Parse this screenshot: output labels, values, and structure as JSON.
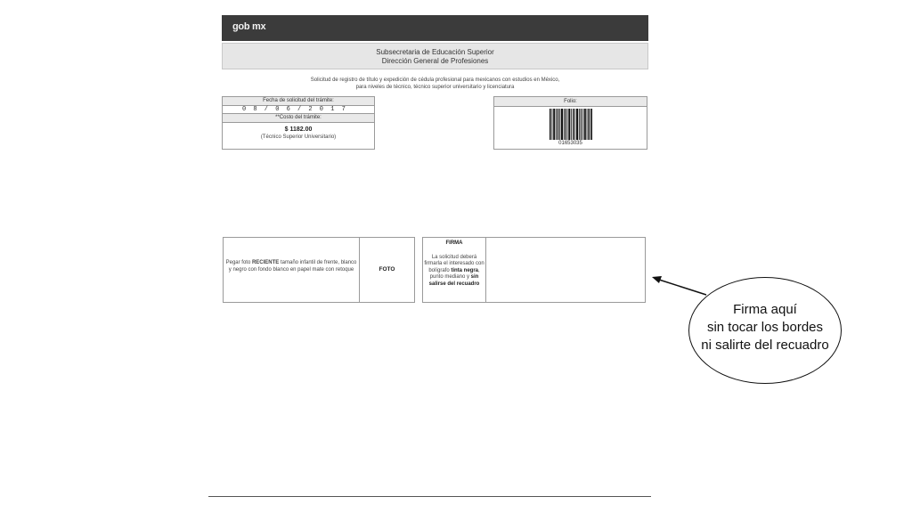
{
  "header": {
    "logo": "gob mx"
  },
  "subheader": {
    "line1": "Subsecretaria de Educación Superior",
    "line2": "Dirección General de Profesiones"
  },
  "intro": {
    "line1": "Solicitud de registro de título y expedición de cédula profesional para mexicanos con estudios en México,",
    "line2": "para niveles de técnico, técnico superior universitario y licenciatura"
  },
  "request_box": {
    "date_label": "Fecha de solicitud del trámite:",
    "date_value": "0 8 / 0 6 / 2 0 1 7",
    "cost_label": "**Costo del trámite:",
    "cost_amount": "$ 1182.00",
    "cost_level": "(Técnico Superior Universitario)"
  },
  "folio_box": {
    "label": "Folio:",
    "number": "01653035"
  },
  "photo_box": {
    "instructions_pre": "Pegar foto ",
    "instructions_bold": "RECIENTE",
    "instructions_post": " tamaño infantil de frente, blanco y negro con fondo blanco en papel mate con retoque",
    "label": "FOTO"
  },
  "signature_box": {
    "title": "FIRMA",
    "text_pre": "La solicitud deberá firmarla el interesado con bolígrafo ",
    "text_bold1": "tinta negra",
    "text_mid": ", punto mediano y ",
    "text_bold2": "sin salirse del recuadro"
  },
  "callout": {
    "line1": "Firma aquí",
    "line2": "sin tocar los bordes",
    "line3": "ni salirte del recuadro"
  }
}
